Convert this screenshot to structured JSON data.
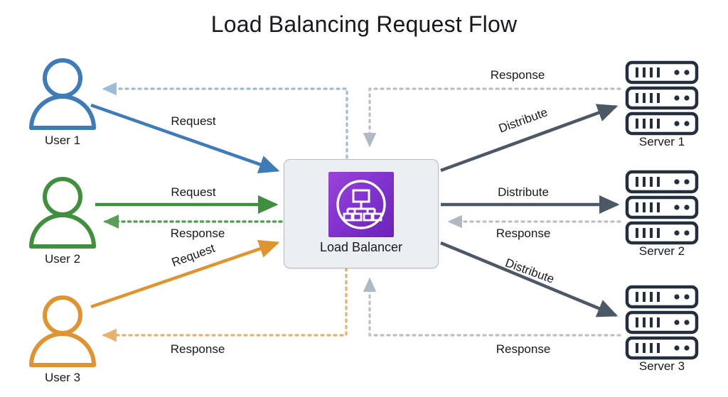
{
  "diagram": {
    "title": "Load Balancing Request Flow",
    "type": "flow-diagram",
    "colors": {
      "user1": "#3d7cb8",
      "user2": "#3f8f3f",
      "user3": "#e09430",
      "server": "#232f3e",
      "distribute": "#4c5866",
      "response_gray": "#b8bfc7",
      "lb_icon_purple": "#8334cf",
      "lb_box_fill": "#eceff1",
      "text": "#16191f"
    }
  },
  "center": {
    "name": "Load Balancer",
    "icon": "load-balancer-icon"
  },
  "users": [
    {
      "id": "user1",
      "label": "User 1",
      "icon": "user-icon",
      "color": "#3d7cb8"
    },
    {
      "id": "user2",
      "label": "User 2",
      "icon": "user-icon",
      "color": "#3f8f3f"
    },
    {
      "id": "user3",
      "label": "User 3",
      "icon": "user-icon",
      "color": "#e09430"
    }
  ],
  "servers": [
    {
      "id": "server1",
      "label": "Server 1",
      "icon": "server-rack-icon",
      "color": "#232f3e"
    },
    {
      "id": "server2",
      "label": "Server 2",
      "icon": "server-rack-icon",
      "color": "#232f3e"
    },
    {
      "id": "server3",
      "label": "Server 3",
      "icon": "server-rack-icon",
      "color": "#232f3e"
    }
  ],
  "edges": [
    {
      "id": "u1-request",
      "label": "Request",
      "from": "User 1",
      "to": "Load Balancer",
      "style": "solid",
      "color": "#3d7cb8"
    },
    {
      "id": "u1-response",
      "label": "",
      "from": "Load Balancer",
      "to": "User 1",
      "style": "dotted",
      "color": "#9cbcd8"
    },
    {
      "id": "u2-request",
      "label": "Request",
      "from": "User 2",
      "to": "Load Balancer",
      "style": "solid",
      "color": "#3f8f3f"
    },
    {
      "id": "u2-response",
      "label": "Response",
      "from": "Load Balancer",
      "to": "User 2",
      "style": "dotted",
      "color": "#5a9e5a"
    },
    {
      "id": "u3-request",
      "label": "Request",
      "from": "User 3",
      "to": "Load Balancer",
      "style": "solid",
      "color": "#e09430"
    },
    {
      "id": "u3-response",
      "label": "Response",
      "from": "Load Balancer",
      "to": "User 3",
      "style": "dotted",
      "color": "#e8b06a"
    },
    {
      "id": "s1-distribute",
      "label": "Distribute",
      "from": "Load Balancer",
      "to": "Server 1",
      "style": "solid",
      "color": "#4c5866"
    },
    {
      "id": "s1-response",
      "label": "Response",
      "from": "Server 1",
      "to": "Load Balancer",
      "style": "dotted",
      "color": "#b8bfc7"
    },
    {
      "id": "s2-distribute",
      "label": "Distribute",
      "from": "Load Balancer",
      "to": "Server 2",
      "style": "solid",
      "color": "#4c5866"
    },
    {
      "id": "s2-response",
      "label": "Response",
      "from": "Server 2",
      "to": "Load Balancer",
      "style": "dotted",
      "color": "#b8bfc7"
    },
    {
      "id": "s3-distribute",
      "label": "Distribute",
      "from": "Load Balancer",
      "to": "Server 3",
      "style": "solid",
      "color": "#4c5866"
    },
    {
      "id": "s3-response",
      "label": "Response",
      "from": "Server 3",
      "to": "Load Balancer",
      "style": "dotted",
      "color": "#b8bfc7"
    }
  ],
  "labels": {
    "u1_request": "Request",
    "s1_response": "Response",
    "s1_distribute": "Distribute",
    "u2_request": "Request",
    "u2_response": "Response",
    "s2_distribute": "Distribute",
    "s2_response": "Response",
    "u3_request": "Request",
    "u3_response": "Response",
    "s3_distribute": "Distribute",
    "s3_response": "Response"
  }
}
